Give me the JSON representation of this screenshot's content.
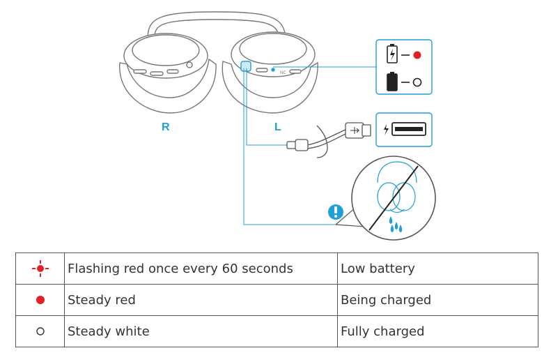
{
  "diagram": {
    "labels": {
      "right": "R",
      "left": "L",
      "nc": "NC"
    },
    "colors": {
      "accent": "#1e9fd8",
      "led_red": "#e02128",
      "outline": "#777777"
    },
    "icons": {
      "battery_low": "battery-low-icon",
      "battery_full": "battery-full-icon",
      "usb_plug": "usb-plug-icon",
      "usb_c_connector": "usb-c-connector-icon",
      "charging_port": "charging-port-icon",
      "lightning": "lightning-icon",
      "warning": "warning-icon",
      "no_water": "no-water-icon"
    }
  },
  "legend": {
    "rows": [
      {
        "icon": "flashing-red-led-icon",
        "description": "Flashing red once every 60 seconds",
        "status": "Low battery"
      },
      {
        "icon": "red-dot-icon",
        "description": "Steady red",
        "status": "Being charged"
      },
      {
        "icon": "white-dot-icon",
        "description": "Steady white",
        "status": "Fully charged"
      }
    ]
  }
}
